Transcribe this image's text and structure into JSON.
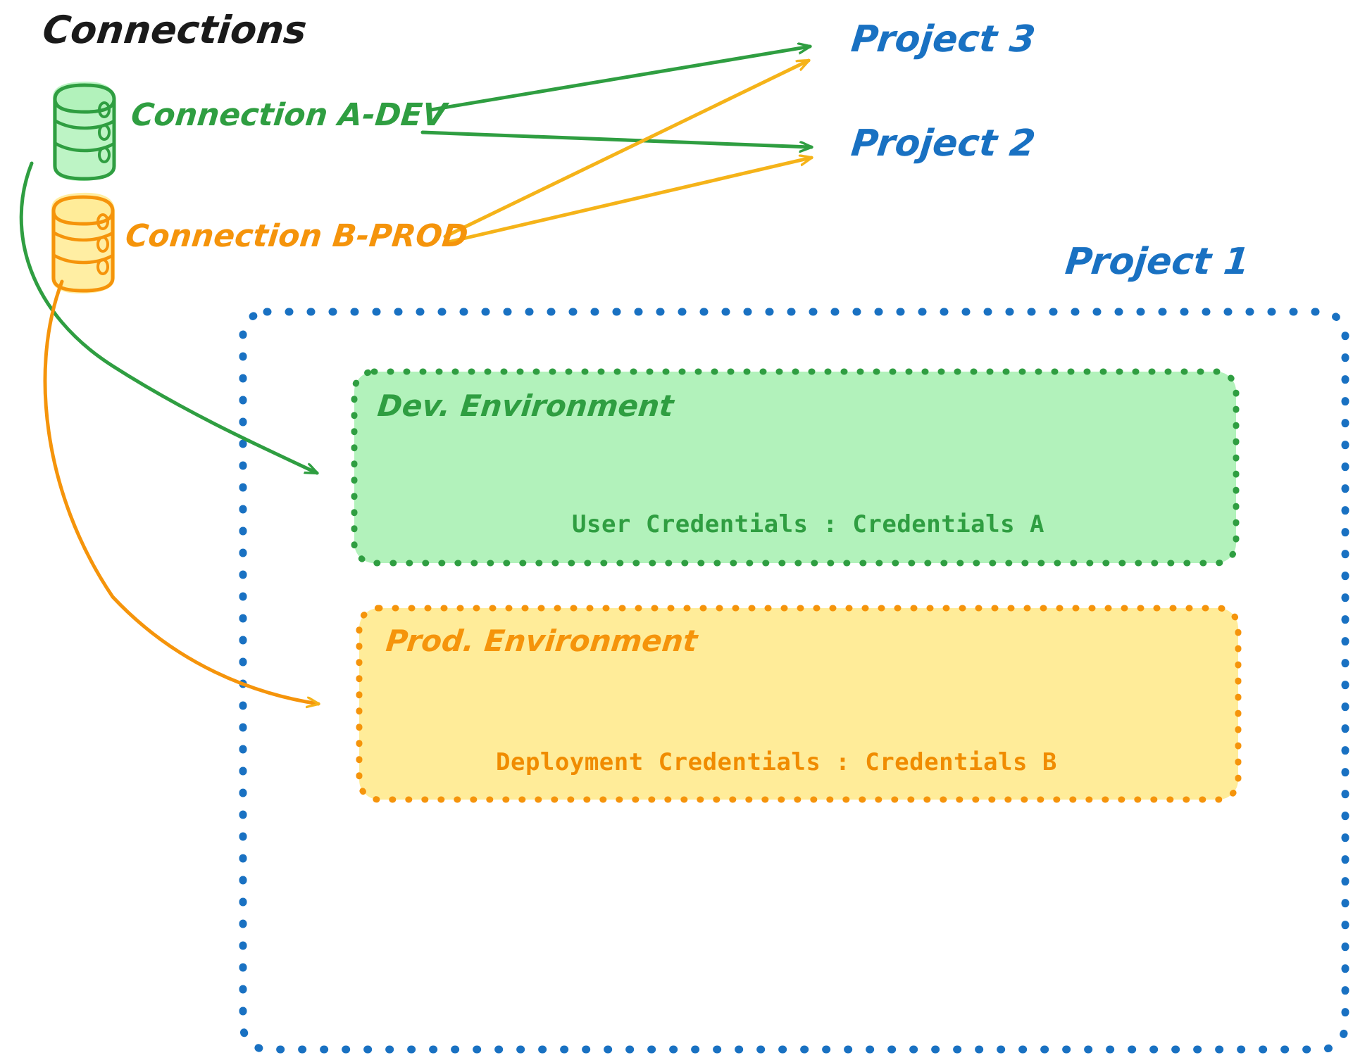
{
  "diagram": {
    "title": "Connections",
    "colors": {
      "green_stroke": "#2f9e41",
      "green_fill": "#b2f2bb",
      "orange_stroke": "#f5940b",
      "orange_fill": "#ffec99",
      "blue": "#1971c2",
      "black": "#1a1a1a"
    },
    "connections": [
      {
        "label": "Connection A-DEV",
        "icon": "database-icon",
        "color": "#2f9e41"
      },
      {
        "label": "Connection B-PROD",
        "icon": "database-icon",
        "color": "#f5940b"
      }
    ],
    "projects": [
      {
        "label": "Project 3"
      },
      {
        "label": "Project 2"
      },
      {
        "label": "Project 1"
      }
    ],
    "environments": [
      {
        "name": "Dev. Environment",
        "credentials_label": "User Credentials",
        "credentials_separator": ":",
        "credentials_value": "Credentials A",
        "credentials_line": "User Credentials : Credentials A",
        "color": "#2f9e41"
      },
      {
        "name": "Prod. Environment",
        "credentials_label": "Deployment Credentials",
        "credentials_separator": ":",
        "credentials_value": "Credentials B",
        "credentials_line": "Deployment Credentials : Credentials B",
        "color": "#f5940b"
      }
    ],
    "edges": [
      {
        "from": "Connection A-DEV",
        "to": "Project 3",
        "color": "#2f9e41"
      },
      {
        "from": "Connection A-DEV",
        "to": "Project 2",
        "color": "#2f9e41"
      },
      {
        "from": "Connection A-DEV",
        "to": "Dev. Environment",
        "color": "#2f9e41"
      },
      {
        "from": "Connection B-PROD",
        "to": "Project 3",
        "color": "#f5940b"
      },
      {
        "from": "Connection B-PROD",
        "to": "Project 2",
        "color": "#f5940b"
      },
      {
        "from": "Connection B-PROD",
        "to": "Prod. Environment",
        "color": "#f5940b"
      }
    ]
  }
}
